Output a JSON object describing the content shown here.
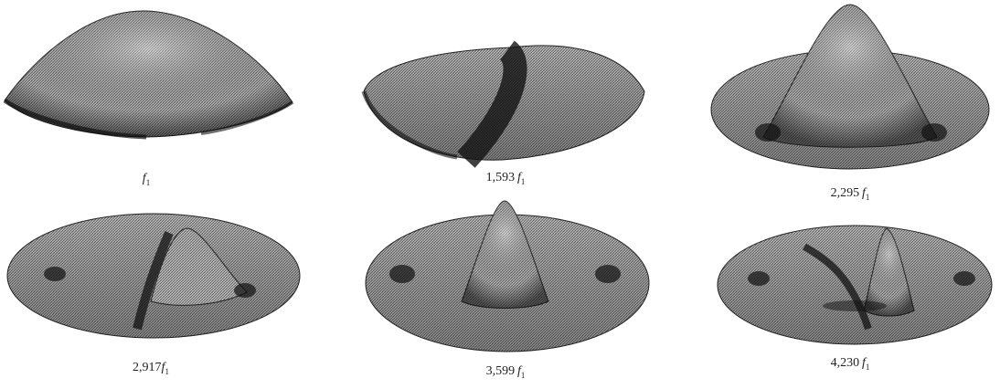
{
  "figure": {
    "modes": [
      {
        "id": "mode-1",
        "coefficient": "",
        "symbol": "f",
        "subscript": "1"
      },
      {
        "id": "mode-2",
        "coefficient": "1,593",
        "symbol": "f",
        "subscript": "1"
      },
      {
        "id": "mode-3",
        "coefficient": "2,295",
        "symbol": "f",
        "subscript": "1"
      },
      {
        "id": "mode-4",
        "coefficient": "2,917",
        "symbol": "f",
        "subscript": "1"
      },
      {
        "id": "mode-5",
        "coefficient": "3,599",
        "symbol": "f",
        "subscript": "1"
      },
      {
        "id": "mode-6",
        "coefficient": "4,230",
        "symbol": "f",
        "subscript": "1"
      }
    ]
  },
  "colors": {
    "background": "#ffffff",
    "surface": "#9a9a9a",
    "shade": "#1a1a1a",
    "ink": "#222222"
  }
}
